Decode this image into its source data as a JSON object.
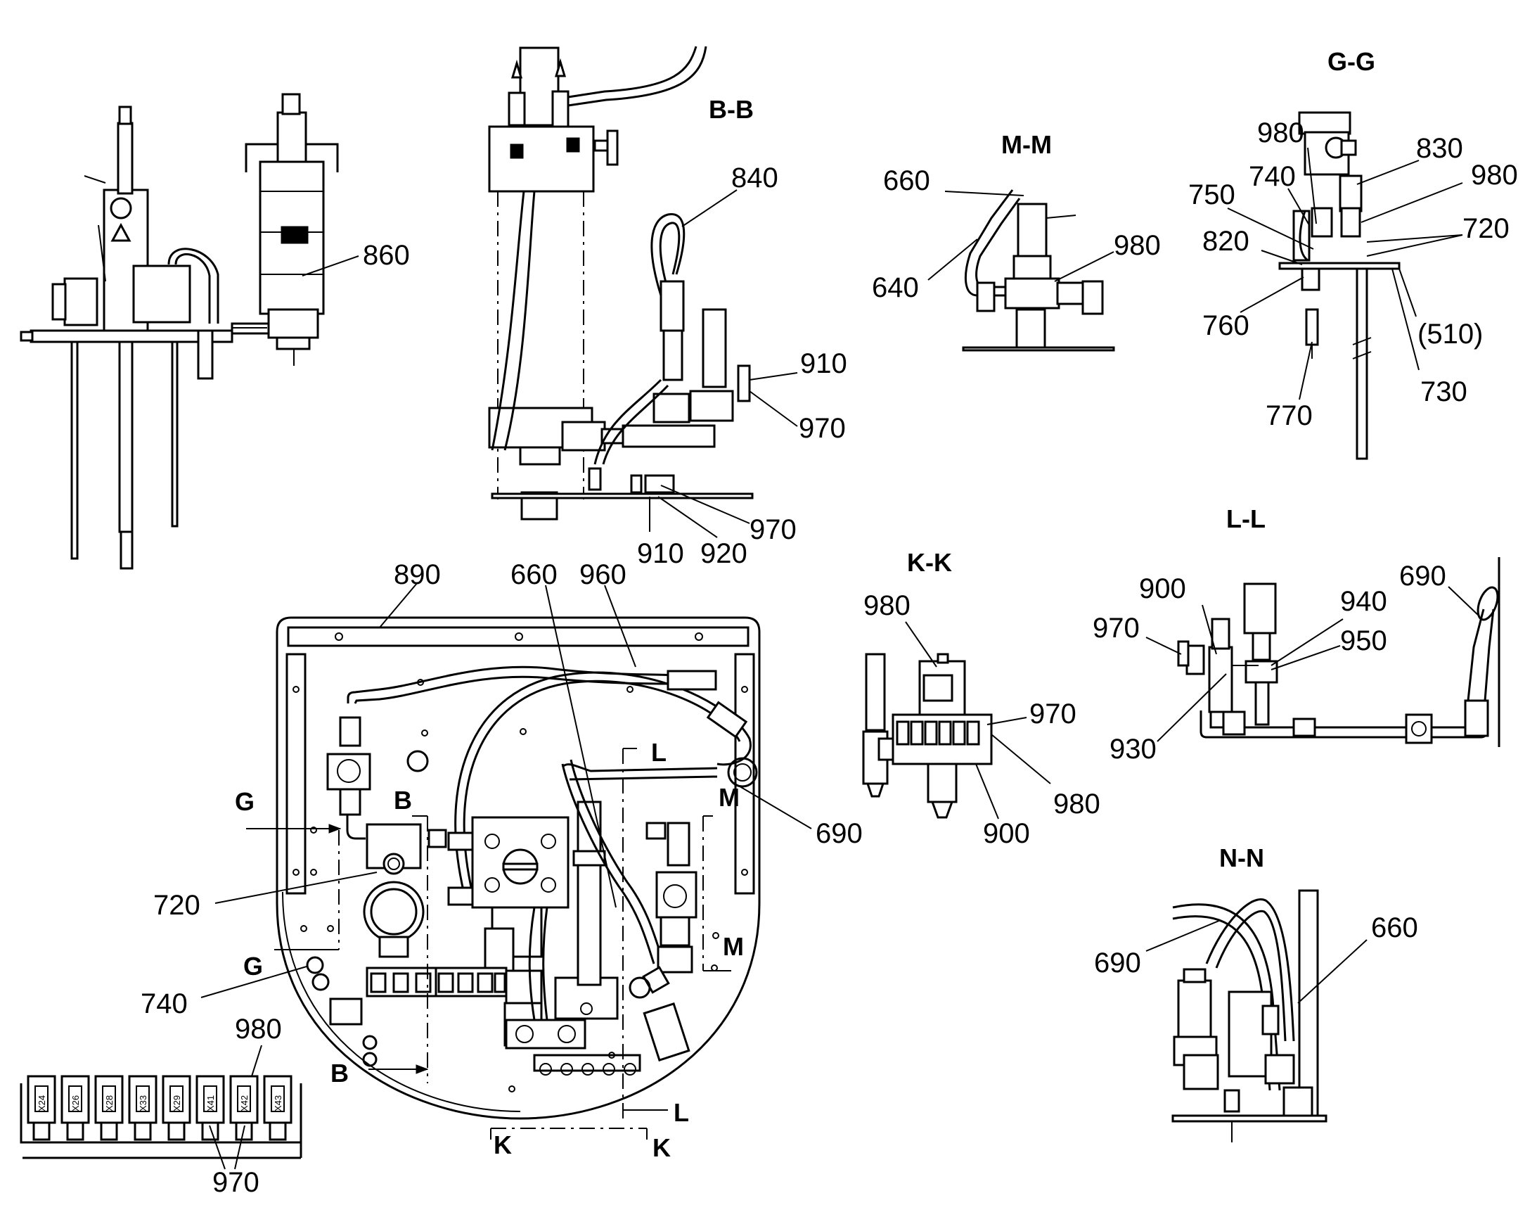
{
  "sections": {
    "bb": "B-B",
    "mm": "M-M",
    "gg": "G-G",
    "kk": "K-K",
    "ll": "L-L",
    "nn": "N-N"
  },
  "cut_marks": {
    "g_top": "G",
    "g_bottom": "G",
    "b_top": "B",
    "b_bottom": "B",
    "m_top": "M",
    "m_bottom": "M",
    "l_top": "L",
    "l_bottom": "L",
    "k_left": "K",
    "k_right": "K"
  },
  "callouts": {
    "c860": "860",
    "c840": "840",
    "c910_bb_right": "910",
    "c970_bb_right": "970",
    "c970_bb_bottom": "970",
    "c910_bb_bottom": "910",
    "c920_bb_bottom": "920",
    "c660_mm": "660",
    "c640_mm": "640",
    "c980_mm": "980",
    "c980_gg_left": "980",
    "c830_gg": "830",
    "c740_gg": "740",
    "c980_gg_right": "980",
    "c750_gg": "750",
    "c720_gg": "720",
    "c820_gg": "820",
    "c760_gg": "760",
    "c510_gg": "(510)",
    "c730_gg": "730",
    "c770_gg": "770",
    "c890": "890",
    "c660_plan": "660",
    "c960_plan": "960",
    "c690_plan": "690",
    "c720_plan": "720",
    "c740_plan": "740",
    "c980_plan": "980",
    "c970_plan": "970",
    "c980_kk_top": "980",
    "c970_kk": "970",
    "c980_kk_right": "980",
    "c900_kk": "900",
    "c900_ll": "900",
    "c970_ll": "970",
    "c940_ll": "940",
    "c950_ll": "950",
    "c690_ll": "690",
    "c930_ll": "930",
    "c690_nn": "690",
    "c660_nn": "660"
  },
  "terminal_tags": [
    "X24",
    "X26",
    "X28",
    "X33",
    "X29",
    "X41",
    "X42",
    "X43"
  ]
}
